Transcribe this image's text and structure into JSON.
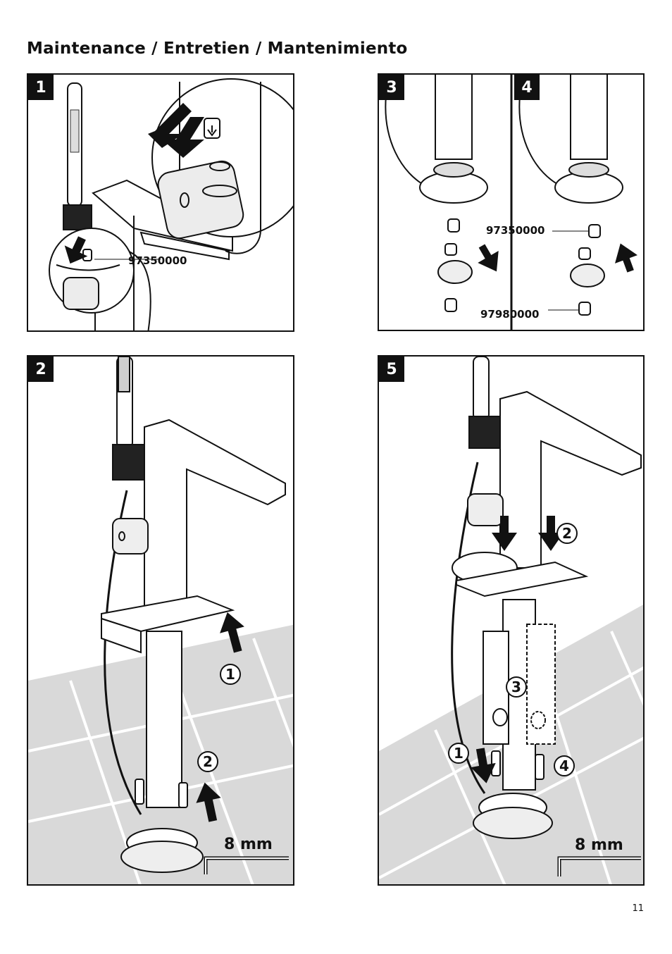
{
  "heading": "Maintenance / Entretien / Mantenimiento",
  "page_number": "11",
  "panels": {
    "p1": {
      "number": "1",
      "part_label": "97350000"
    },
    "p2": {
      "number": "2",
      "steps": [
        "1",
        "2"
      ],
      "tool": "8 mm"
    },
    "p3": {
      "number": "3"
    },
    "p4": {
      "number": "4",
      "part_label_a": "97350000",
      "part_label_b": "97980000"
    },
    "p5": {
      "number": "5",
      "steps": [
        "1",
        "2",
        "3",
        "4"
      ],
      "tool": "8 mm"
    }
  },
  "icons": [
    "arrow-down-icon",
    "arrow-up-icon",
    "allen-key-icon",
    "faucet-illustration"
  ]
}
